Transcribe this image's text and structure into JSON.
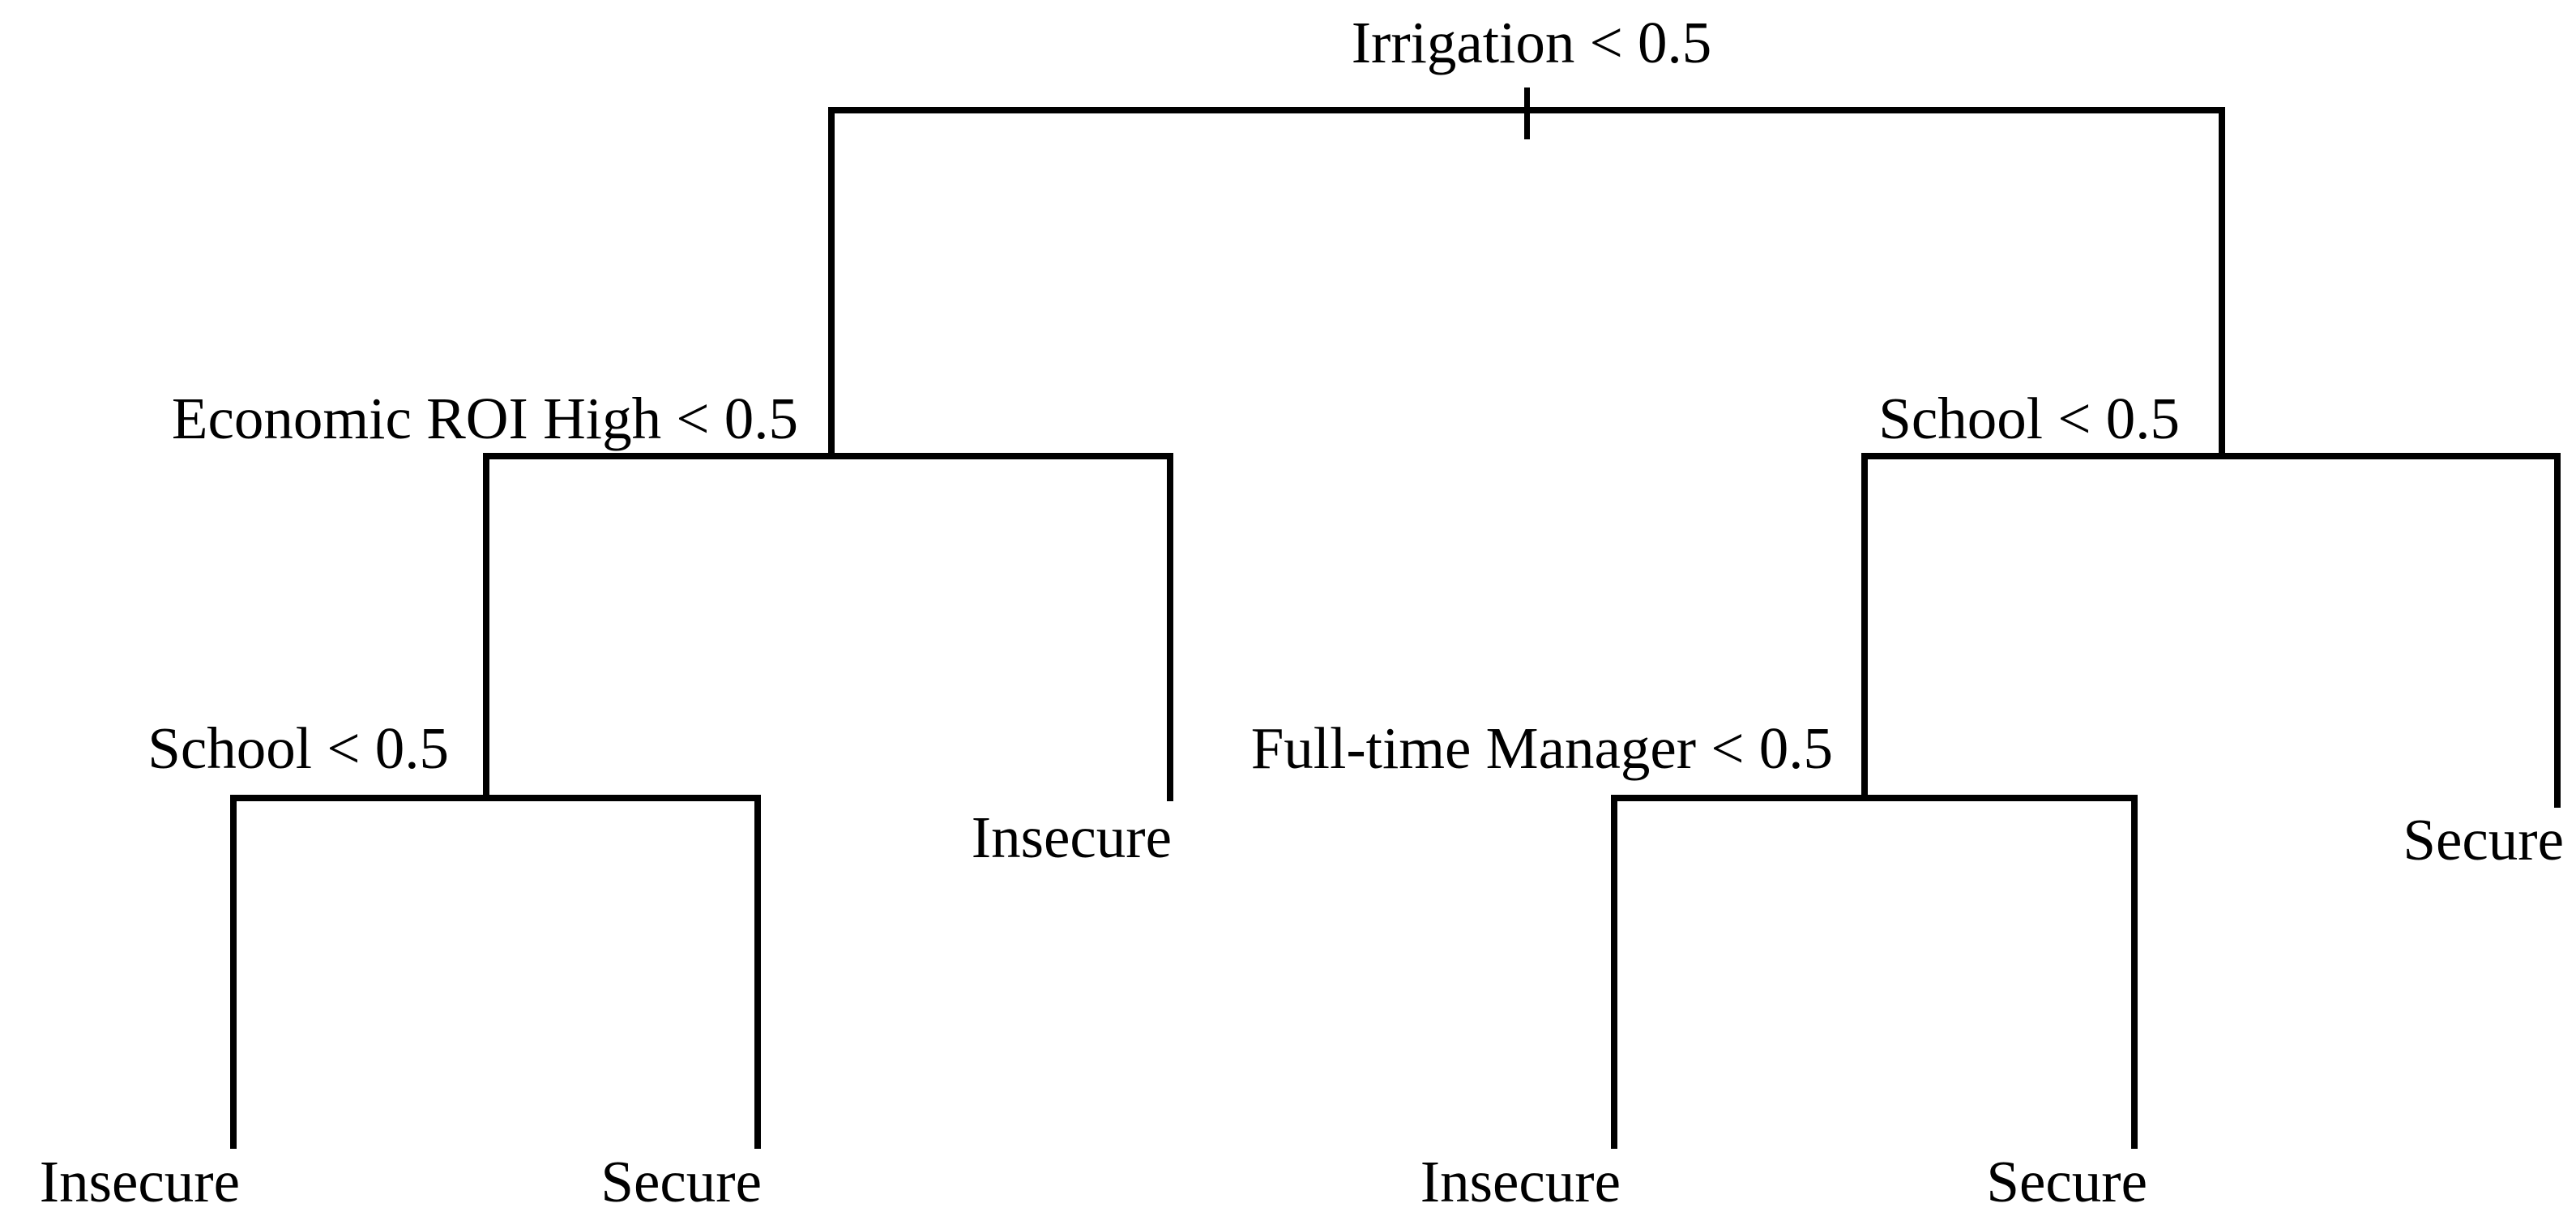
{
  "figure": {
    "kind": "decision-tree",
    "background_color": "#ffffff",
    "line_color": "#000000",
    "text_color": "#000000"
  },
  "tree": {
    "root": {
      "label": "Irrigation < 0.5"
    },
    "left": {
      "label": "Economic ROI High < 0.5",
      "left": {
        "label": "School < 0.5",
        "left": {
          "label": "Insecure"
        },
        "right": {
          "label": "Secure"
        }
      },
      "right": {
        "label": "Insecure"
      }
    },
    "right": {
      "label": "School < 0.5",
      "left": {
        "label": "Full-time Manager < 0.5",
        "left": {
          "label": "Insecure"
        },
        "right": {
          "label": "Secure"
        }
      },
      "right": {
        "label": "Secure"
      }
    }
  }
}
